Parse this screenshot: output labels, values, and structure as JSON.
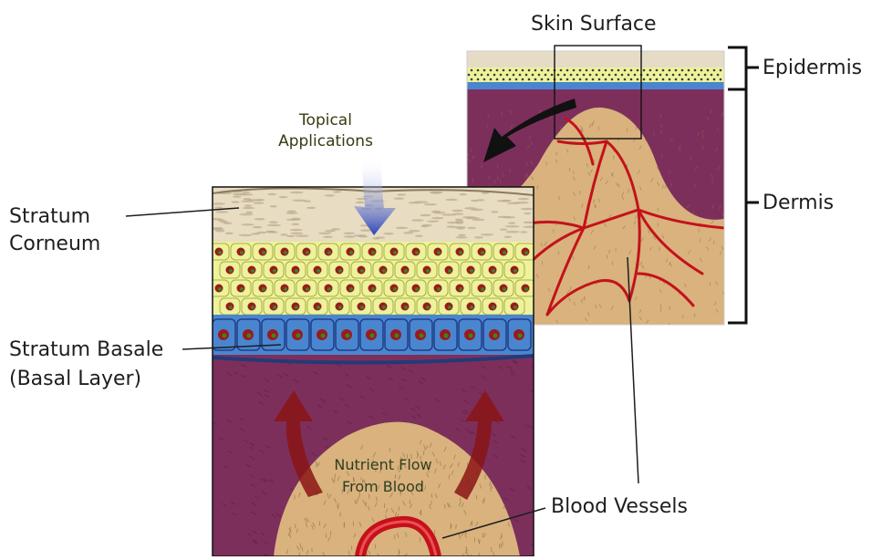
{
  "labels": {
    "skin_surface": "Skin Surface",
    "epidermis": "Epidermis",
    "dermis": "Dermis",
    "topical_line1": "Topical",
    "topical_line2": "Applications",
    "stratum_corneum_line1": "Stratum",
    "stratum_corneum_line2": "Corneum",
    "stratum_basale_line1": "Stratum Basale",
    "stratum_basale_line2": "(Basal Layer)",
    "nutrient_line1": "Nutrient Flow",
    "nutrient_line2": "From Blood",
    "blood_vessels": "Blood Vessels"
  },
  "colors": {
    "dermis": "#7d2f5c",
    "tissue": "#d9b27e",
    "vessel": "#c4111b",
    "keratinocyte": "#eef29a",
    "nucleus": "#9a1b1b",
    "basal_cell": "#4a86cf",
    "corneum": "#e8dcc2",
    "topical_arrow": "#2d44b8",
    "flow_arrow": "#8a1414"
  }
}
